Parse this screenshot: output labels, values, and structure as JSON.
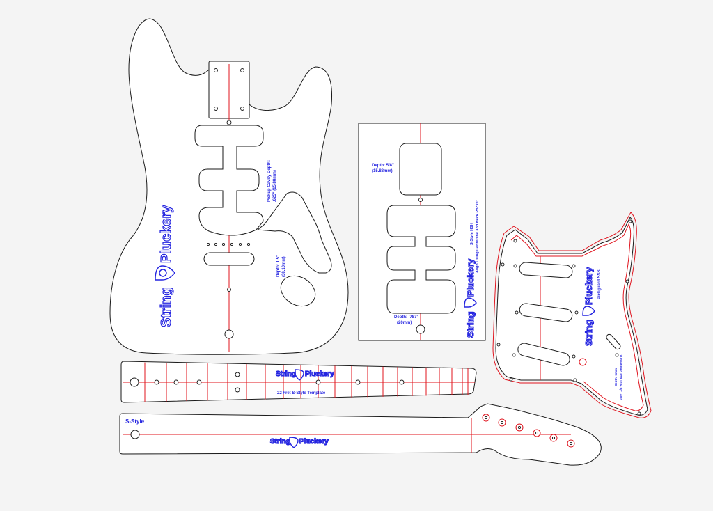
{
  "brand": {
    "logo_text_1": "String",
    "logo_text_2": "Pluckery",
    "accent_blue": "#2424e0",
    "center_line_red": "#e0141e"
  },
  "body_template": {
    "pickup_depth_label": "Pickup Cavity Depth:",
    "pickup_depth_value": ".625\" (15.88mm)",
    "jack_depth_label": "Depth: 1.5\"",
    "jack_depth_value": "(38.10mm)"
  },
  "cavity_template": {
    "neck_depth_label": "Depth: 5/8\"",
    "neck_depth_value": "(15.88mm)",
    "bottom_depth_label": "Depth: .787\"",
    "bottom_depth_value": "(20mm)",
    "title": "S-Style HSH",
    "subtitle": "Align Using Centerline and Neck Pocket"
  },
  "pickguard": {
    "title": "Pickguard SSS",
    "depth_label": "Depth: 5mm",
    "note": "0.09\" 1/8 with 3/16 countersink"
  },
  "fretboard": {
    "caption": "22 Fret S-Style Template"
  },
  "neck": {
    "label": "S-Style"
  }
}
